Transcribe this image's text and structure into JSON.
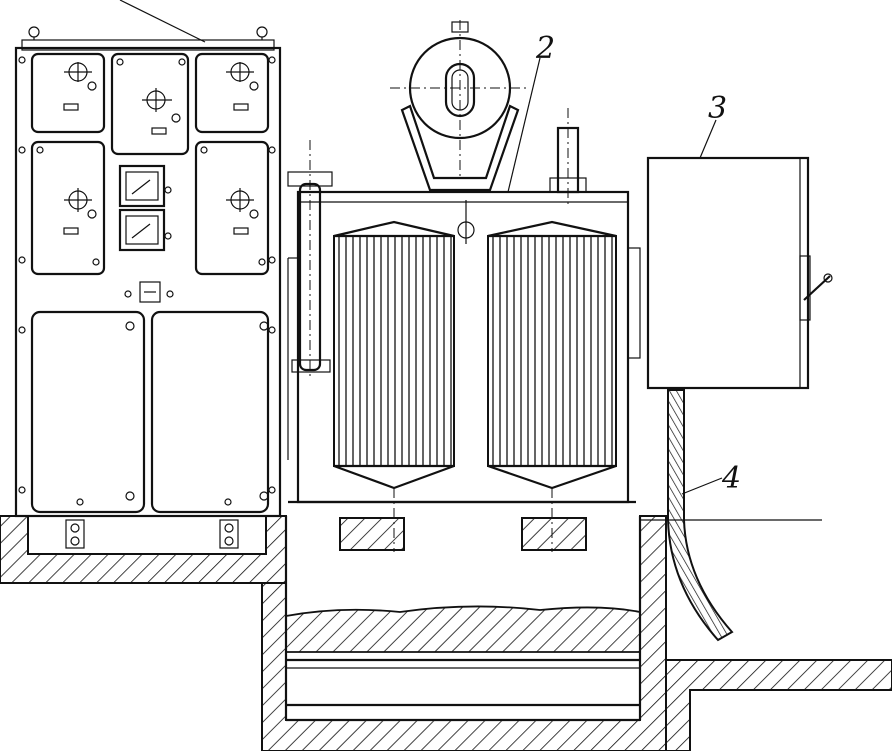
{
  "labels": [
    {
      "id": "label-2",
      "text": "2"
    },
    {
      "id": "label-3",
      "text": "3"
    },
    {
      "id": "label-4",
      "text": "4"
    }
  ]
}
